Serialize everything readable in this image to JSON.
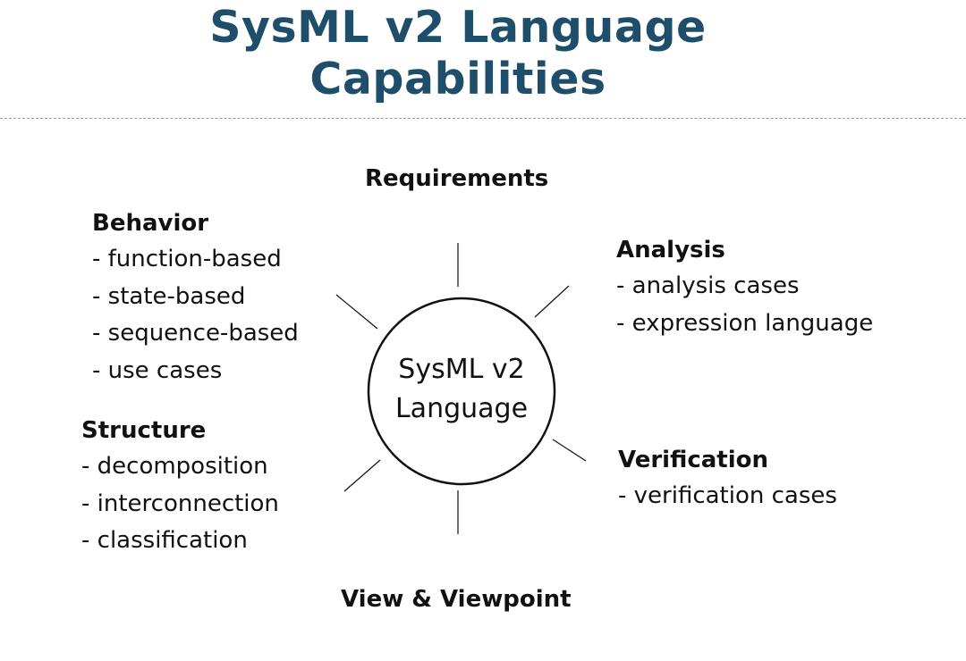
{
  "title": {
    "line1": "SysML v2 Language",
    "line2": "Capabilities"
  },
  "center": {
    "line1": "SysML v2",
    "line2": "Language"
  },
  "requirements": {
    "heading": "Requirements"
  },
  "view_viewpoint": {
    "heading": "View & Viewpoint"
  },
  "behavior": {
    "heading": "Behavior",
    "items": [
      "- function-based",
      "- state-based",
      "- sequence-based",
      "- use cases"
    ]
  },
  "structure": {
    "heading": "Structure",
    "items": [
      "- decomposition",
      "- interconnection",
      "- classification"
    ]
  },
  "analysis": {
    "heading": "Analysis",
    "items": [
      "- analysis cases",
      "- expression language"
    ]
  },
  "verification": {
    "heading": "Verification",
    "items": [
      "- verification cases"
    ]
  },
  "colors": {
    "title": "#1f4e6b",
    "text": "#111111",
    "divider": "#9a9a9a"
  }
}
